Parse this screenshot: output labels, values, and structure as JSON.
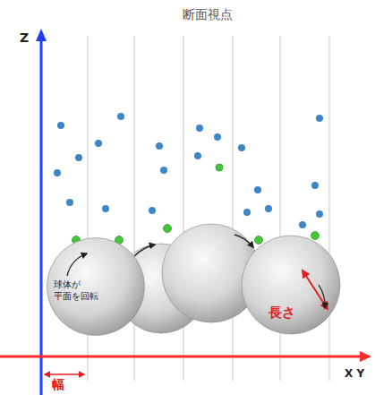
{
  "diagram": {
    "title": "断面視点",
    "nodes": [
      {
        "text": [
          "球体が 平面を回転"
        ]
      }
    ],
    "labels": [
      "Z",
      "X Y",
      "幅",
      "長さ"
    ]
  }
}
